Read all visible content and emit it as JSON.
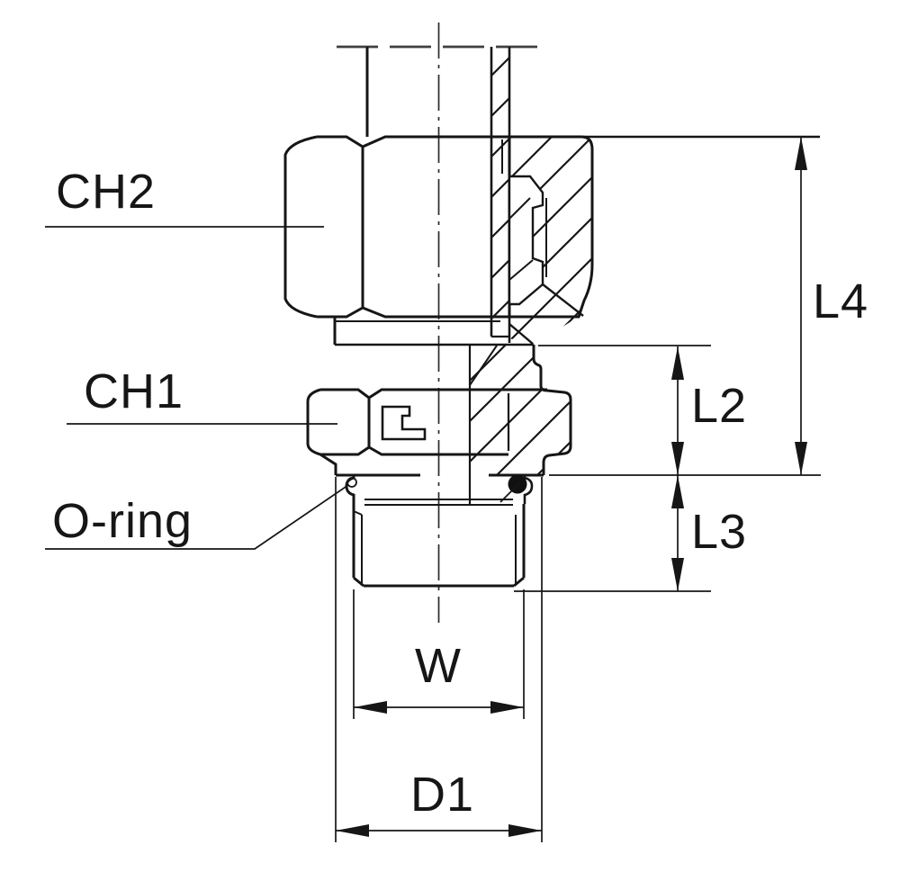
{
  "drawing": {
    "part_labels": {
      "ch2": "CH2",
      "ch1": "CH1",
      "oring": "O-ring"
    },
    "dimension_labels": {
      "l4": "L4",
      "l2": "L2",
      "l3": "L3",
      "w": "W",
      "d1": "D1"
    },
    "colors": {
      "ink": "#161616",
      "phantom_line": "#3f3f3f",
      "background": "#ffffff",
      "oring_fill": "#111111"
    }
  }
}
